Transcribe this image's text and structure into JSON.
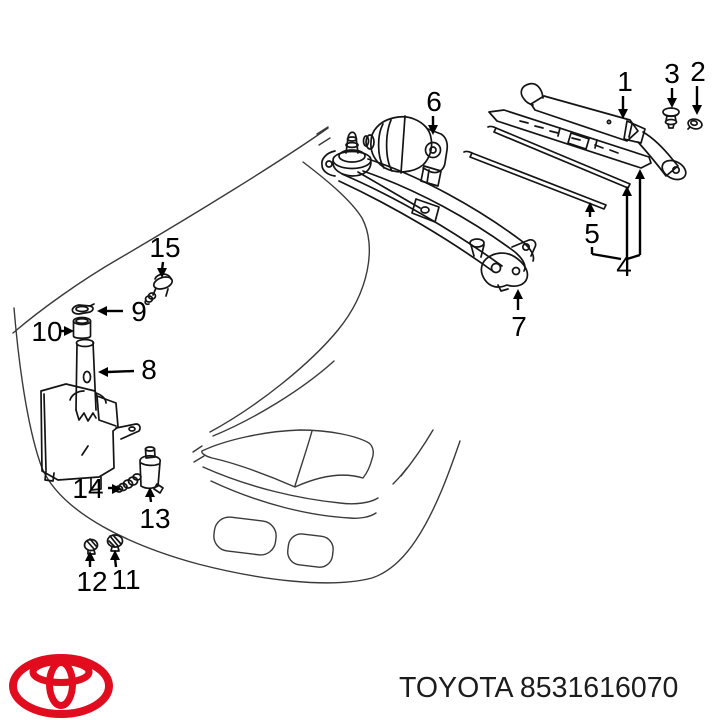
{
  "page": {
    "background": "#ffffff",
    "line_color": "#141414"
  },
  "diagram": {
    "part_labels": [
      {
        "number": "1"
      },
      {
        "number": "2"
      },
      {
        "number": "3"
      },
      {
        "number": "4"
      },
      {
        "number": "5"
      },
      {
        "number": "6"
      },
      {
        "number": "7"
      },
      {
        "number": "8"
      },
      {
        "number": "9"
      },
      {
        "number": "10"
      },
      {
        "number": "11"
      },
      {
        "number": "12"
      },
      {
        "number": "13"
      },
      {
        "number": "14"
      },
      {
        "number": "15"
      }
    ]
  },
  "footer": {
    "text": "TOYOTA 8531616070",
    "logo_color": "#E10C1E"
  }
}
